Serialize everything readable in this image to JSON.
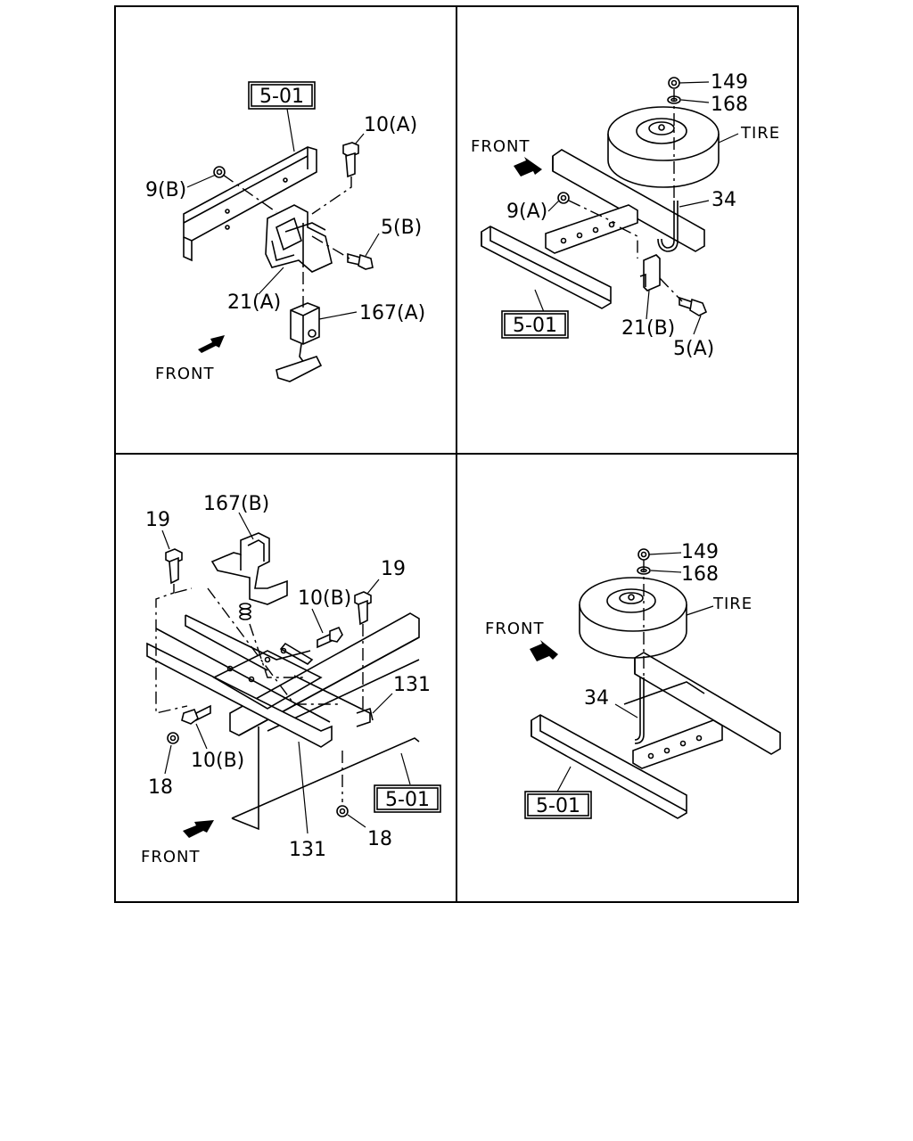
{
  "panels": {
    "tl": {
      "ref": "5-01",
      "labels": {
        "p10a": "10(A)",
        "p9b": "9(B)",
        "p5b": "5(B)",
        "p21a": "21(A)",
        "p167a": "167(A)",
        "front": "FRONT"
      }
    },
    "tr": {
      "ref": "5-01",
      "labels": {
        "p149": "149",
        "p168": "168",
        "tire": "TIRE",
        "front": "FRONT",
        "p34": "34",
        "p9a": "9(A)",
        "p21b": "21(B)",
        "p5a": "5(A)"
      }
    },
    "bl": {
      "ref": "5-01",
      "labels": {
        "p167b": "167(B)",
        "p19a": "19",
        "p19b": "19",
        "p10b_top": "10(B)",
        "p131_right": "131",
        "p18_left": "18",
        "p10b_bottom": "10(B)",
        "p131_bottom": "131",
        "p18_bottom": "18",
        "front": "FRONT"
      }
    },
    "br": {
      "ref": "5-01",
      "labels": {
        "p149": "149",
        "p168": "168",
        "tire": "TIRE",
        "front": "FRONT",
        "p34": "34"
      }
    }
  },
  "icons": {
    "front_arrow": "front-arrow-icon"
  }
}
